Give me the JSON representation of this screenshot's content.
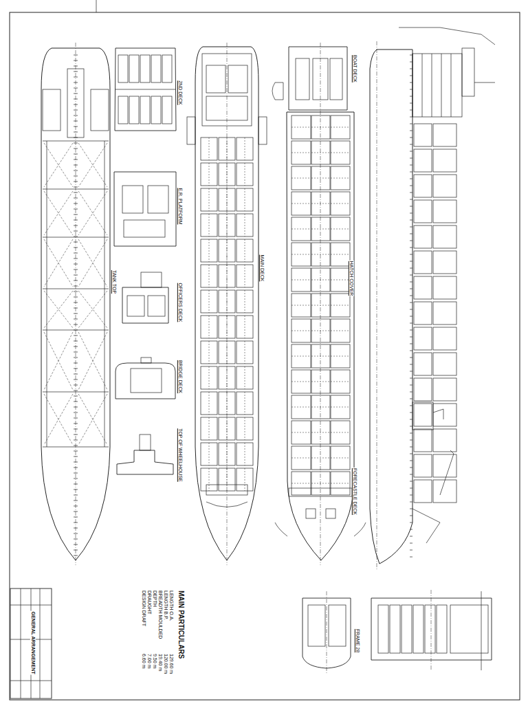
{
  "diagram": {
    "labels": [
      "BOAT DECK",
      "2ND DECK",
      "E.R. PLATFORM",
      "TANK TOP",
      "OFFICERS DECK",
      "MAIN DECK",
      "HATCH COVER",
      "BRIDGE DECK",
      "TOP OF WHEELHOUSE",
      "FORECASTLE DECK",
      "FRAME 28",
      "MAIN PARTICULARS",
      "LENGTH O.A.",
      "LENGTH B.P.",
      "BREADTH MOULDED",
      "DEPTH",
      "DRAUGHT",
      "DESIGN DRAFT",
      "129.60 m",
      "120.00 m",
      "19.40 m",
      "9.50 m",
      "7.00 m",
      "6.60 m",
      "GENERAL ARRANGEMENT"
    ]
  }
}
